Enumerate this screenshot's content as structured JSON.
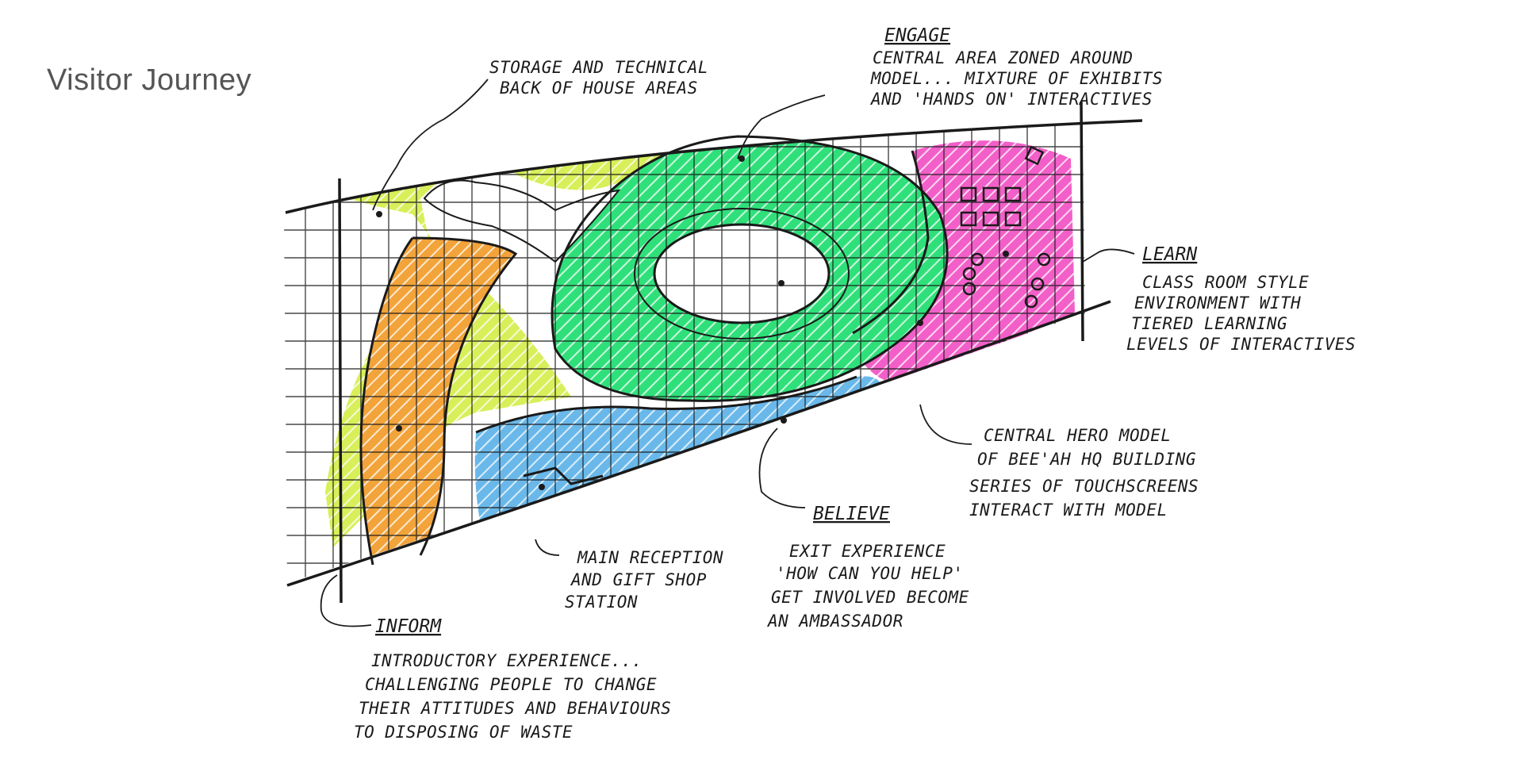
{
  "title": "Visitor Journey",
  "colors": {
    "back_of_house": "#d8ef5a",
    "inform": "#f2a33a",
    "engage": "#2fe07a",
    "learn": "#f25fc8",
    "believe": "#6ab8ea",
    "ink": "#1a1a1a"
  },
  "annotations": {
    "storage": {
      "lines": [
        "STORAGE AND TECHNICAL",
        "BACK OF HOUSE AREAS"
      ]
    },
    "engage": {
      "heading": "ENGAGE",
      "lines": [
        "CENTRAL AREA ZONED AROUND",
        "MODEL... MIXTURE OF EXHIBITS",
        "AND 'HANDS ON' INTERACTIVES"
      ]
    },
    "learn": {
      "heading": "LEARN",
      "lines": [
        "CLASS ROOM STYLE",
        "ENVIRONMENT WITH",
        "TIERED LEARNING",
        "LEVELS OF INTERACTIVES"
      ]
    },
    "hero": {
      "lines": [
        "CENTRAL HERO MODEL",
        "OF BEE'AH HQ BUILDING",
        "SERIES OF TOUCHSCREENS",
        "INTERACT WITH MODEL"
      ]
    },
    "believe": {
      "heading": "BELIEVE",
      "lines": [
        "EXIT EXPERIENCE",
        "'HOW CAN YOU HELP'",
        "GET INVOLVED BECOME",
        "AN AMBASSADOR"
      ]
    },
    "reception": {
      "lines": [
        "MAIN RECEPTION",
        "AND GIFT SHOP",
        "STATION"
      ]
    },
    "inform": {
      "heading": "INFORM",
      "lines": [
        "INTRODUCTORY EXPERIENCE...",
        "CHALLENGING PEOPLE TO CHANGE",
        "THEIR ATTITUDES AND BEHAVIOURS",
        "TO DISPOSING OF WASTE"
      ]
    }
  }
}
